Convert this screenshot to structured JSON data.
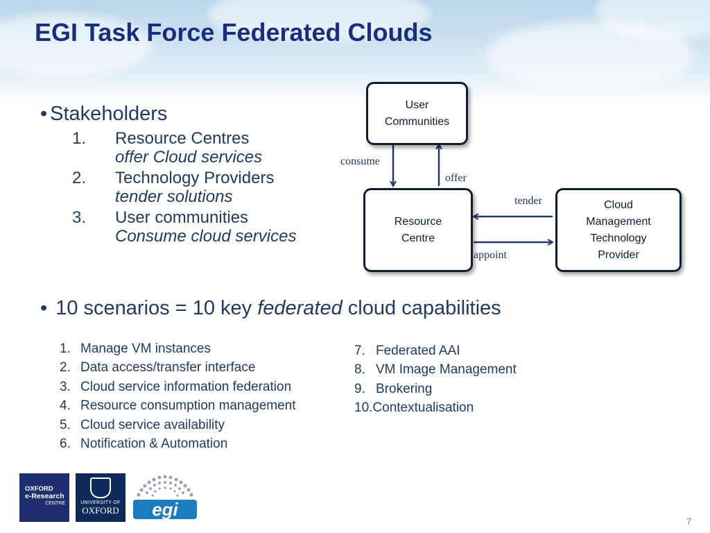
{
  "slide": {
    "title": "EGI Task Force Federated Clouds",
    "page_number": "7"
  },
  "stakeholders": {
    "bullet": "•",
    "heading": "Stakeholders",
    "items": [
      {
        "num": "1.",
        "title": "Resource Centres",
        "sub": "offer Cloud services"
      },
      {
        "num": "2.",
        "title": "Technology Providers",
        "sub": "tender solutions"
      },
      {
        "num": "3.",
        "title": "User communities",
        "sub": "Consume cloud services"
      }
    ]
  },
  "scenarios": {
    "bullet": "•",
    "heading_pre": "10 scenarios = 10 key ",
    "heading_em": "federated",
    "heading_post": " cloud capabilities",
    "left": [
      {
        "num": "1.",
        "label": "Manage VM instances"
      },
      {
        "num": "2.",
        "label": "Data access/transfer interface"
      },
      {
        "num": "3.",
        "label": "Cloud service information federation"
      },
      {
        "num": "4.",
        "label": "Resource consumption management"
      },
      {
        "num": "5.",
        "label": "Cloud service availability"
      },
      {
        "num": "6.",
        "label": "Notification & Automation"
      }
    ],
    "right": [
      {
        "num": "7.",
        "label": "Federated AAI"
      },
      {
        "num": "8.",
        "label": "VM Image Management"
      },
      {
        "num": "9.",
        "label": "Brokering"
      },
      {
        "num": "10.",
        "label": "Contextualisation"
      }
    ]
  },
  "diagram": {
    "nodes": {
      "user_communities": {
        "line1": "User",
        "line2": "Communities"
      },
      "resource_centre": {
        "line1": "Resource",
        "line2": "Centre"
      },
      "technology_provider": {
        "line1": "Cloud",
        "line2": "Management",
        "line3": "Technology",
        "line4": "Provider"
      }
    },
    "edges": {
      "consume": "consume",
      "offer": "offer",
      "tender": "tender",
      "appoint": "appoint"
    }
  },
  "logos": {
    "oerc": {
      "line1": "OXFORD",
      "line2": "e-Research",
      "line3": "CENTRE"
    },
    "oxford": {
      "line1": "UNIVERSITY OF",
      "line2": "OXFORD"
    },
    "egi": {
      "word": "egi"
    }
  },
  "colors": {
    "title": "#1a2e80",
    "body_text": "#1f3a63",
    "node_border": "#0f1d33",
    "egi_blue": "#1a7bbf"
  }
}
